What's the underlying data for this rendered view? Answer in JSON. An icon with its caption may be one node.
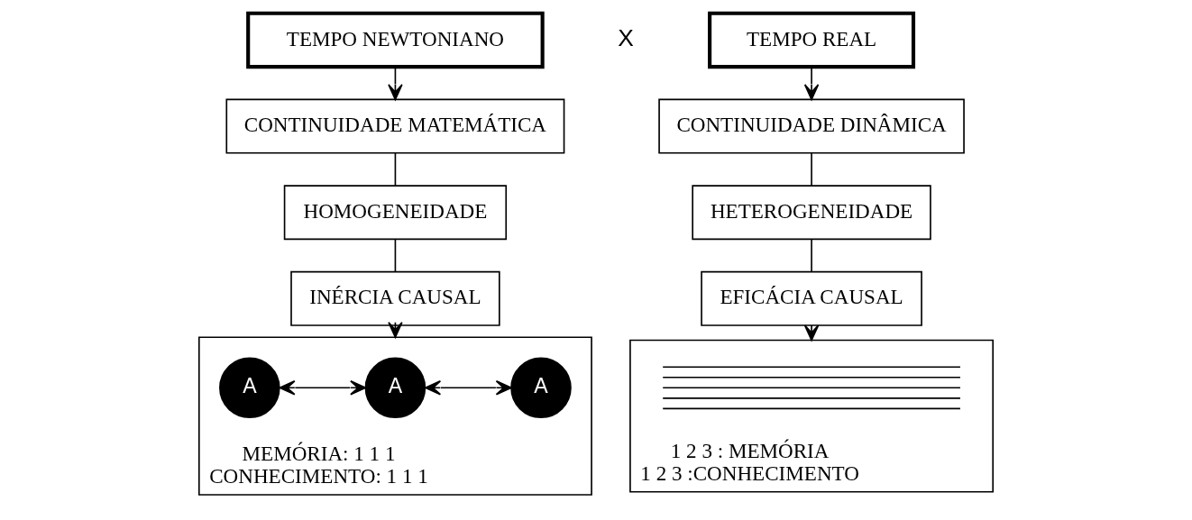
{
  "diagram": {
    "nodes": [
      {
        "text": [
          "TEMPO NEWTONIANO"
        ]
      },
      {
        "text": [
          "CONTINUIDADE MATEMÁTICA"
        ]
      },
      {
        "text": [
          "HOMOGENEIDADE"
        ]
      },
      {
        "text": [
          "INÉRCIA CAUSAL"
        ]
      },
      {
        "text": [
          "MEMÓRIA: 1 1 1",
          "CONHECIMENTO: 1 1 1"
        ]
      },
      {
        "text": [
          "A"
        ],
        "in": 4
      },
      {
        "text": [
          "A"
        ],
        "in": 4
      },
      {
        "text": [
          "A"
        ],
        "in": 4
      },
      {
        "text": [
          "TEMPO REAL"
        ]
      },
      {
        "text": [
          "CONTINUIDADE DINÂMICA"
        ]
      },
      {
        "text": [
          "HETEROGENEIDADE"
        ]
      },
      {
        "text": [
          "EFICÁCIA CAUSAL"
        ]
      },
      {
        "text": [
          "1 2 3 : MEMÓRIA",
          "1 2 3 :CONHECIMENTO"
        ]
      },
      {
        "text": [],
        "shape": "picture",
        "in": 12
      }
    ],
    "edges": [
      {
        "from": 0,
        "to": 1,
        "arrow": "to"
      },
      {
        "from": 1,
        "to": 2,
        "arrow": "none"
      },
      {
        "from": 2,
        "to": 3,
        "arrow": "none"
      },
      {
        "from": 3,
        "to": 4,
        "arrow": "to"
      },
      {
        "from": 5,
        "to": 6,
        "arrow": "both"
      },
      {
        "from": 6,
        "to": 7,
        "arrow": "both"
      },
      {
        "from": 8,
        "to": 9,
        "arrow": "to"
      },
      {
        "from": 9,
        "to": 10,
        "arrow": "none"
      },
      {
        "from": 10,
        "to": 11,
        "arrow": "none"
      },
      {
        "from": 11,
        "to": 12,
        "arrow": "to"
      }
    ],
    "labels": [
      "X"
    ]
  }
}
